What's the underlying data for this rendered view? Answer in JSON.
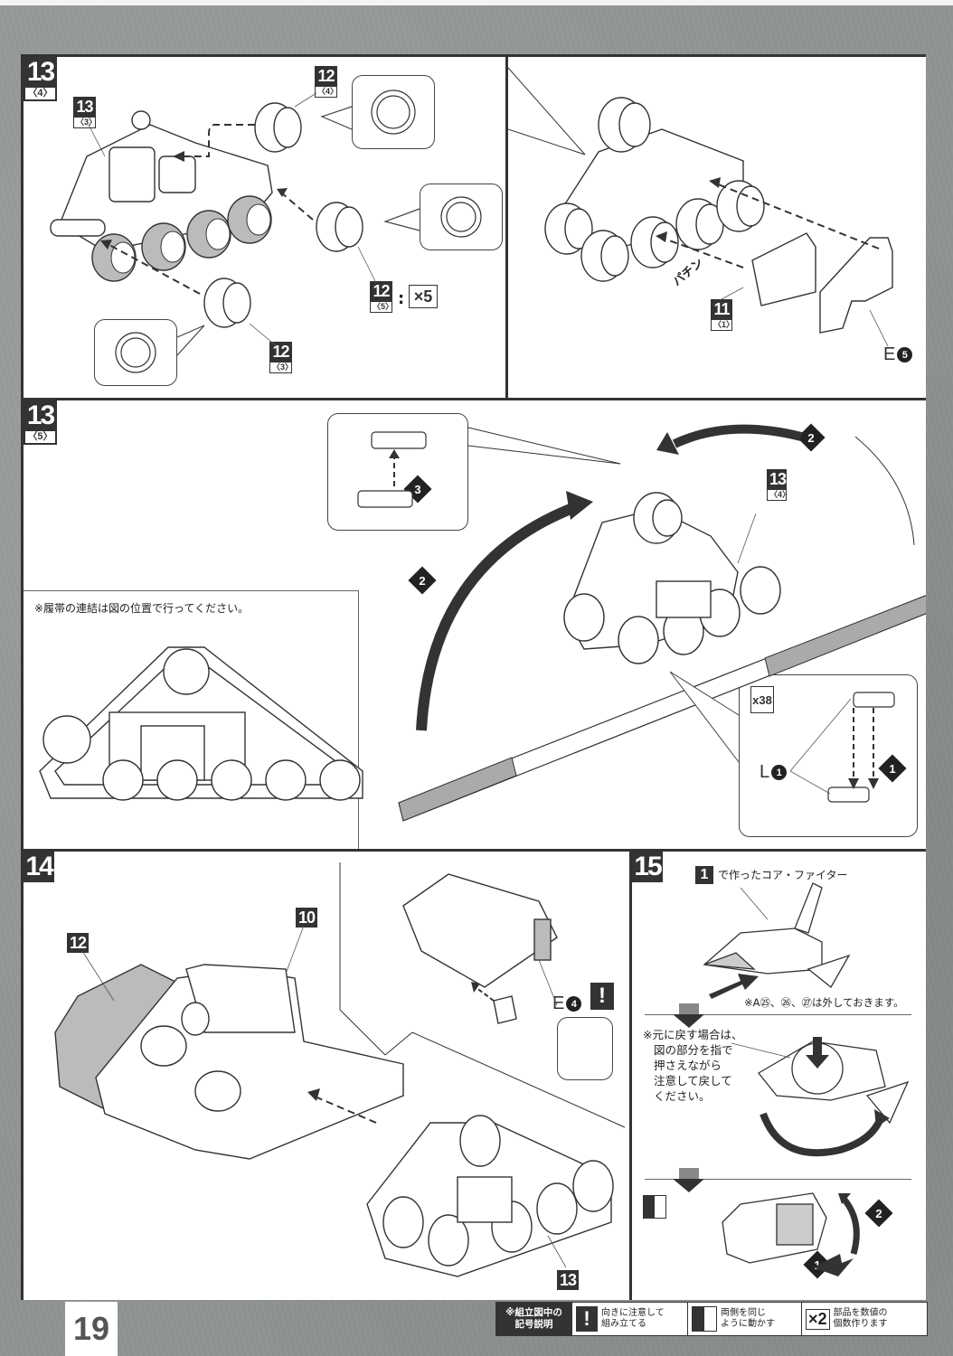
{
  "page_number": "19",
  "steps": {
    "step13_4": {
      "badge": "13",
      "sub": "〈4〉",
      "parts": [
        {
          "num": "13",
          "sub": "〈3〉"
        },
        {
          "num": "12",
          "sub": "〈4〉"
        },
        {
          "num": "12",
          "sub": "〈5〉",
          "multiplier": "×5"
        },
        {
          "num": "12",
          "sub": "〈3〉"
        }
      ],
      "colon": ":",
      "right": {
        "parts": [
          {
            "num": "11",
            "sub": "〈1〉"
          }
        ],
        "runner": {
          "letter": "E",
          "number": "5"
        },
        "sound_effect": "パチン"
      }
    },
    "step13_5": {
      "badge": "13",
      "sub": "〈5〉",
      "note": "※履帯の連結は図の位置で行ってください。",
      "part": {
        "num": "13",
        "sub": "〈4〉"
      },
      "order_marks": [
        "2",
        "2",
        "3"
      ],
      "track_callout": {
        "multiplier": "x38",
        "runner": {
          "letter": "L",
          "number": "1"
        },
        "order_mark": "1"
      }
    },
    "step14": {
      "badge": "14",
      "parts": [
        {
          "num": "12"
        },
        {
          "num": "10"
        },
        {
          "num": "13"
        }
      ],
      "runner": {
        "letter": "E",
        "number": "4"
      },
      "caution_mark": "!"
    },
    "step15": {
      "badge": "15",
      "ref_badge": "1",
      "ref_text": "で作ったコア・ファイター",
      "remove_note": "※A㉕、㉖、㉗は外しておきます。",
      "restore_note": [
        "※元に戻す場合は、",
        "図の部分を指で",
        "押さえながら",
        "注意して戻して",
        "ください。"
      ],
      "order_marks": [
        "2",
        "1"
      ]
    }
  },
  "legend": {
    "heading": [
      "※組立図中の",
      "記号説明"
    ],
    "items": [
      {
        "icon": "exclamation-icon",
        "text": [
          "向きに注意して",
          "組み立てる"
        ]
      },
      {
        "icon": "both-sides-icon",
        "text": [
          "両側を同じ",
          "ように動かす"
        ]
      },
      {
        "icon": "multiplier-icon",
        "symbol": "×2",
        "text": [
          "部品を数値の",
          "個数作ります"
        ]
      }
    ]
  },
  "colors": {
    "ink": "#333333",
    "paper": "#ffffff",
    "background": "#8e9390",
    "shade": "#bbbbbb"
  }
}
